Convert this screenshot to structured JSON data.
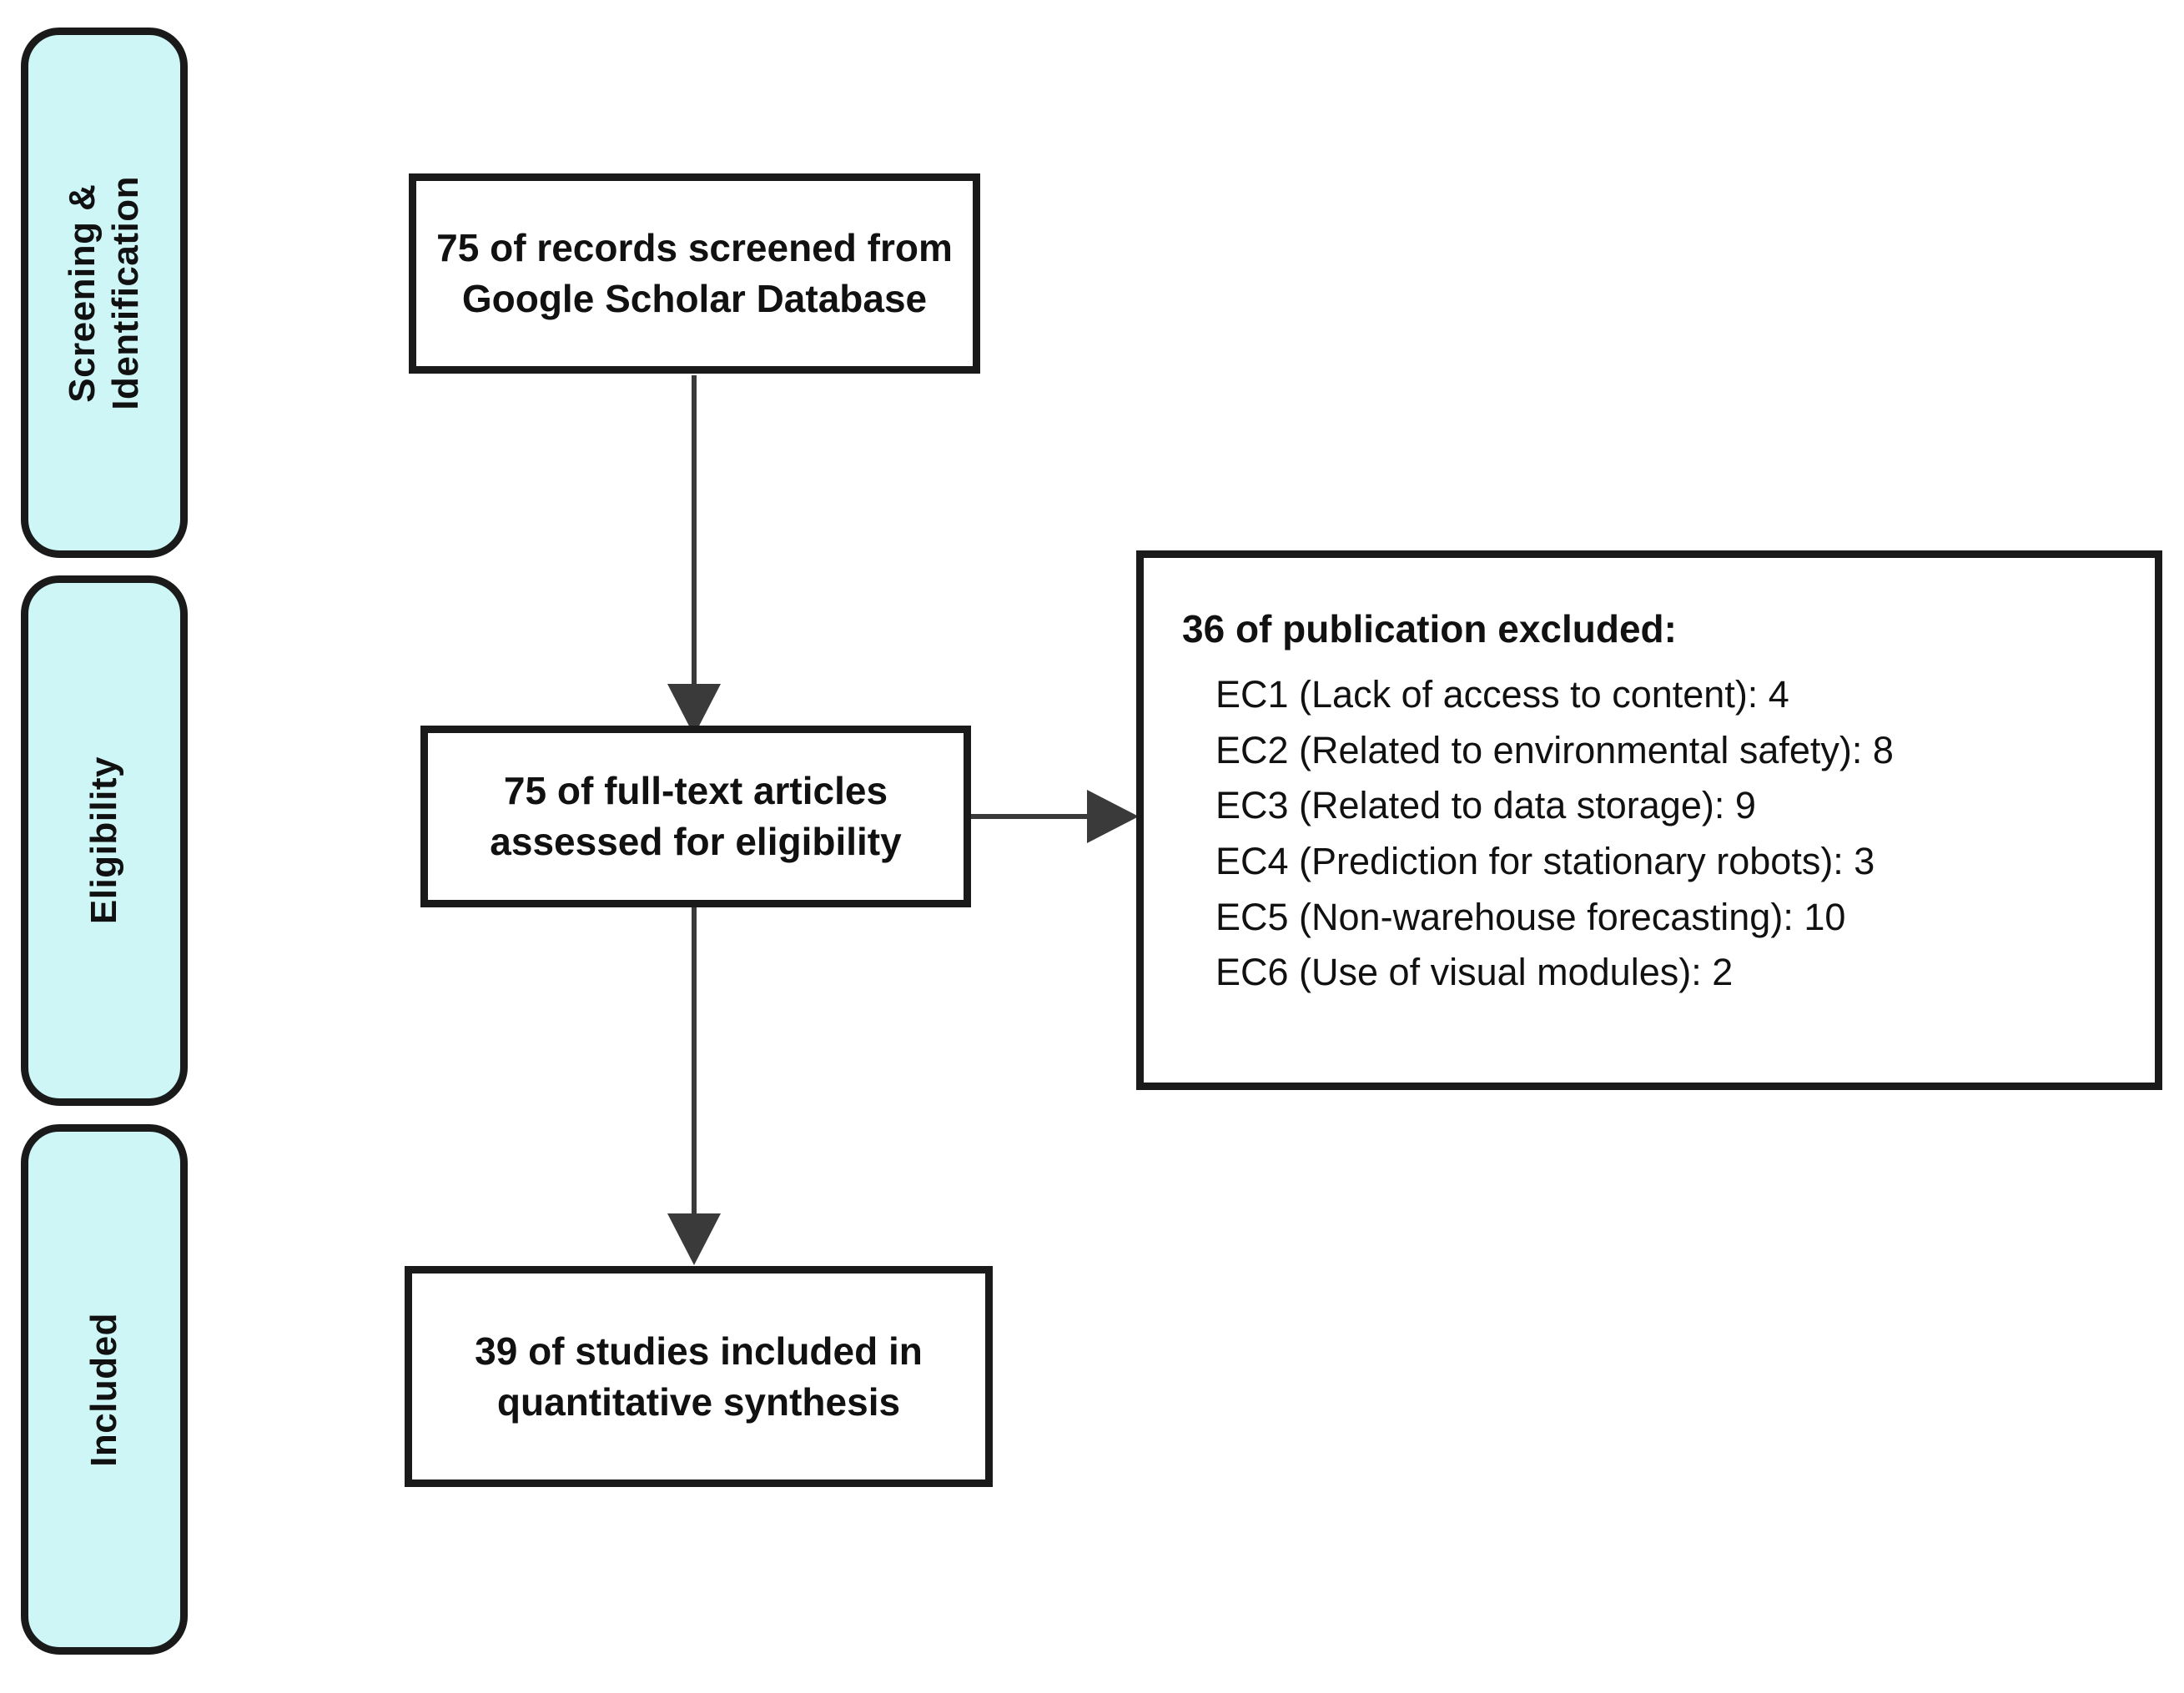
{
  "diagram": {
    "type": "prisma-flow-diagram",
    "colors": {
      "stage_fill": "#cef6f7",
      "border": "#1a1a1a",
      "connector": "#3a3a3a",
      "box_fill": "#ffffff",
      "text": "#111111"
    },
    "stages": [
      {
        "id": "screening-identification",
        "label": "Screening &\nIdentification"
      },
      {
        "id": "eligibility",
        "label": "Eligibility"
      },
      {
        "id": "included",
        "label": "Included"
      }
    ],
    "nodes": [
      {
        "id": "records-screened",
        "text": "75 of records screened from Google Scholar Database",
        "count": 75
      },
      {
        "id": "fulltext-assessed",
        "text": "75 of full-text articles assessed for eligibility",
        "count": 75
      },
      {
        "id": "studies-included",
        "text": "39 of studies included in quantitative synthesis",
        "count": 39
      }
    ],
    "exclusion": {
      "id": "publications-excluded",
      "title": "36 of publication excluded:",
      "total": 36,
      "criteria": [
        {
          "code": "EC1",
          "reason": "Lack of access to content",
          "count": 4,
          "text": "EC1 (Lack of access to content): 4"
        },
        {
          "code": "EC2",
          "reason": "Related to environmental safety",
          "count": 8,
          "text": "EC2 (Related to environmental safety): 8"
        },
        {
          "code": "EC3",
          "reason": "Related to data storage",
          "count": 9,
          "text": "EC3 (Related to data storage): 9"
        },
        {
          "code": "EC4",
          "reason": "Prediction for stationary robots",
          "count": 3,
          "text": "EC4 (Prediction for stationary robots): 3"
        },
        {
          "code": "EC5",
          "reason": "Non-warehouse forecasting",
          "count": 10,
          "text": "EC5 (Non-warehouse forecasting): 10"
        },
        {
          "code": "EC6",
          "reason": "Use of visual modules",
          "count": 2,
          "text": "EC6 (Use of visual modules): 2"
        }
      ]
    }
  }
}
